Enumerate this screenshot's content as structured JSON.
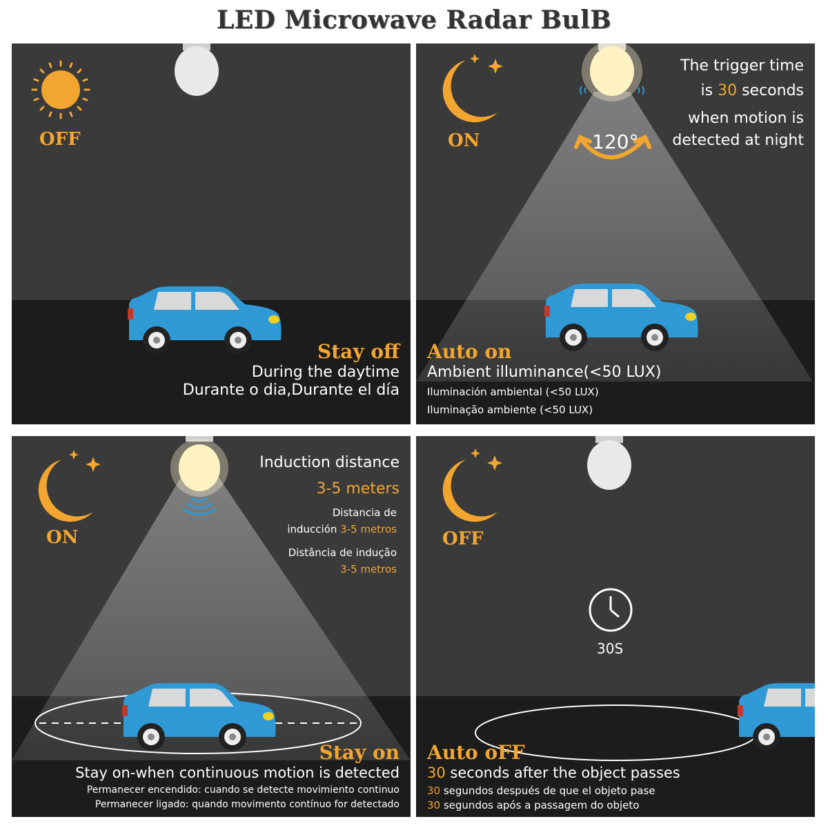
{
  "title": "LED Microwave Radar BulB",
  "colors": {
    "accent": "#f2a630",
    "panel": "#3a3a3a",
    "floor": "#1c1c1c",
    "car": "#2f9ad6"
  },
  "panels": [
    {
      "id": "day-off",
      "icon": "sun-icon",
      "state": "OFF",
      "heading": "Stay off",
      "lines": [
        "During the daytime",
        "Durante o dia,Durante el día"
      ]
    },
    {
      "id": "night-on",
      "icon": "moon-icon",
      "state": "ON",
      "angle": "120°",
      "info": {
        "line1": "The trigger time",
        "line2_pre": "is ",
        "line2_num": "30",
        "line2_post": " seconds",
        "line3": "when motion is",
        "line4": "detected at night"
      },
      "heading": "Auto on",
      "lines": [
        "Ambient illuminance(<50 LUX)",
        "Iluminación ambiental (<50 LUX)",
        "Iluminação ambiente (<50 LUX)"
      ]
    },
    {
      "id": "night-stay-on",
      "icon": "moon-icon",
      "state": "ON",
      "info": {
        "line1": "Induction distance",
        "line2": "3-5 meters",
        "es1": "Distancia de",
        "es2_pre": "inducción ",
        "es2_val": "3-5 metros",
        "pt1": "Distância de indução",
        "pt2": "3-5 metros"
      },
      "heading": "Stay on",
      "lines": [
        "Stay on-when continuous motion is detected",
        "Permanecer encendido: cuando se detecte movimiento continuo",
        "Permanecer ligado: quando movimento contínuo for detectado"
      ]
    },
    {
      "id": "night-auto-off",
      "icon": "moon-icon",
      "state": "OFF",
      "timer": "30S",
      "heading": "Auto oFF",
      "lines": [
        {
          "num": "30",
          "text": " seconds after the object passes"
        },
        {
          "num": "30",
          "text": " segundos después de que el objeto pase"
        },
        {
          "num": "30",
          "text": " segundos após a passagem do objeto"
        }
      ]
    }
  ]
}
